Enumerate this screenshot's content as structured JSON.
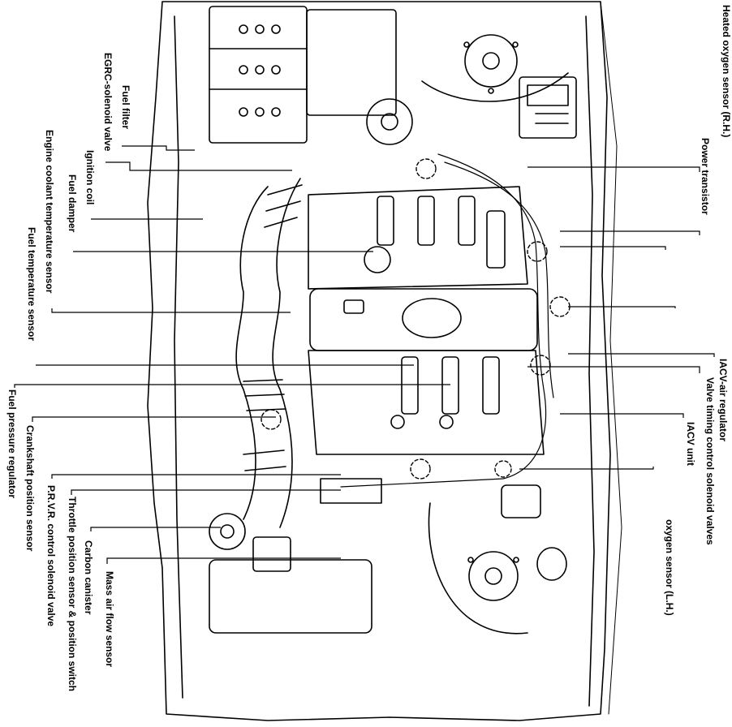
{
  "diagram": {
    "labels": {
      "heated_oxygen_sensor_rh": "Heated oxygen sensor (R.H.)",
      "power_transistor": "Power transistor",
      "fuel_filter": "Fuel filter",
      "egrc_solenoid_valve": "EGRC-solenoid valve",
      "engine_coolant_temperature_sensor": "Engine coolant temperature sensor",
      "ignition_coil": "Ignition coil",
      "fuel_damper": "Fuel damper",
      "fuel_temperature_sensor": "Fuel temperature sensor",
      "iaclv_air_regulator": "IACV-air regulator",
      "valve_timing_control_solenoid_valves": "Valve timing control solenoid valves",
      "iacv_unit": "IACV unit",
      "oxygen_sensor_lh": "oxygen sensor (L.H.)",
      "fuel_pressure_regulator": "Fuel pressure regulator",
      "crankshaft_position_sensor": "Crankshaft position sensor",
      "prvr_control_solenoid_valve": "P.R.V.R. control solenoid valve",
      "throttle_position_sensor": "Throttle position sensor & position switch",
      "carbon_canister": "Carbon canister",
      "mass_air_flow_sensor": "Mass air flow sensor"
    }
  }
}
